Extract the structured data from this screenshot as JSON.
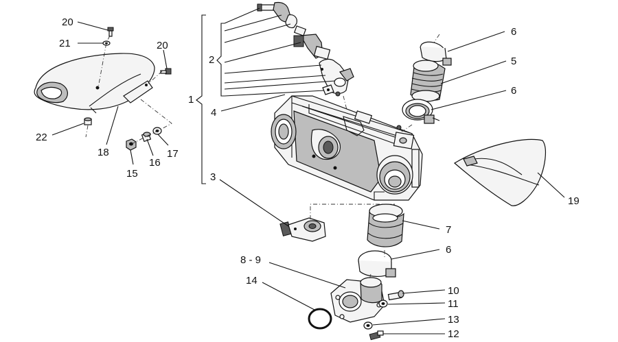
{
  "callouts": [
    {
      "id": "c20a",
      "text": "20"
    },
    {
      "id": "c21",
      "text": "21"
    },
    {
      "id": "c20b",
      "text": "20"
    },
    {
      "id": "c22",
      "text": "22"
    },
    {
      "id": "c18",
      "text": "18"
    },
    {
      "id": "c15",
      "text": "15"
    },
    {
      "id": "c16",
      "text": "16"
    },
    {
      "id": "c17",
      "text": "17"
    },
    {
      "id": "c1",
      "text": "1"
    },
    {
      "id": "c2",
      "text": "2"
    },
    {
      "id": "c4",
      "text": "4"
    },
    {
      "id": "c3",
      "text": "3"
    },
    {
      "id": "c6a",
      "text": "6"
    },
    {
      "id": "c5",
      "text": "5"
    },
    {
      "id": "c6b",
      "text": "6"
    },
    {
      "id": "c19",
      "text": "19"
    },
    {
      "id": "c7",
      "text": "7"
    },
    {
      "id": "c6c",
      "text": "6"
    },
    {
      "id": "c89",
      "text": "8 - 9"
    },
    {
      "id": "c14",
      "text": "14"
    },
    {
      "id": "c10",
      "text": "10"
    },
    {
      "id": "c11",
      "text": "11"
    },
    {
      "id": "c13",
      "text": "13"
    },
    {
      "id": "c12",
      "text": "12"
    }
  ]
}
